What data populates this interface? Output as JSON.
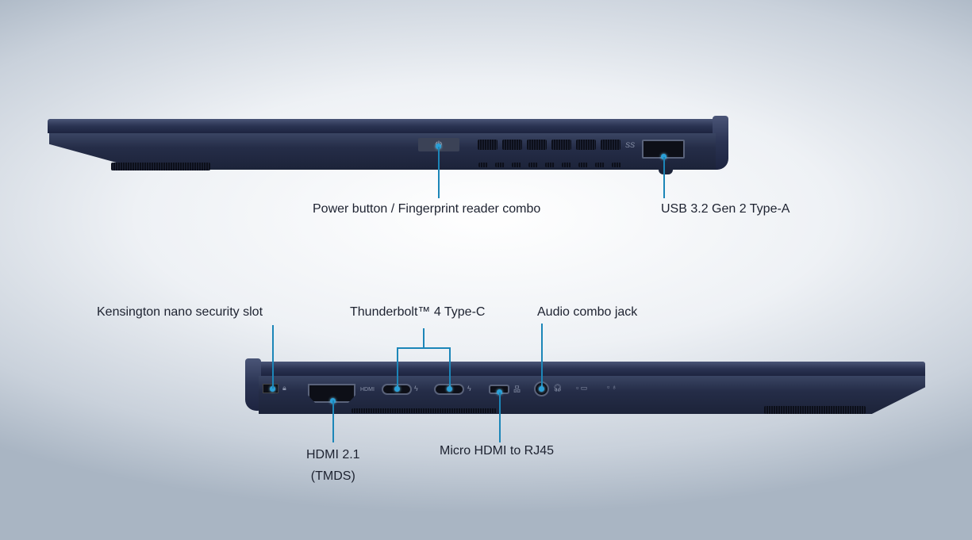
{
  "top_view": {
    "callouts": {
      "power": "Power button / Fingerprint reader combo",
      "usb": "USB 3.2 Gen 2 Type-A"
    },
    "usb_marking": "SS"
  },
  "bottom_view": {
    "callouts": {
      "kensington": "Kensington nano security slot",
      "thunderbolt": "Thunderbolt™ 4 Type-C",
      "audio": "Audio combo jack",
      "hdmi_line1": "HDMI 2.1",
      "hdmi_line2": "(TMDS)",
      "micro_hdmi": "Micro HDMI to RJ45"
    },
    "hdmi_marking": "HDMI"
  },
  "colors": {
    "callout": "#1c86b8",
    "chassis": "#252d48"
  }
}
